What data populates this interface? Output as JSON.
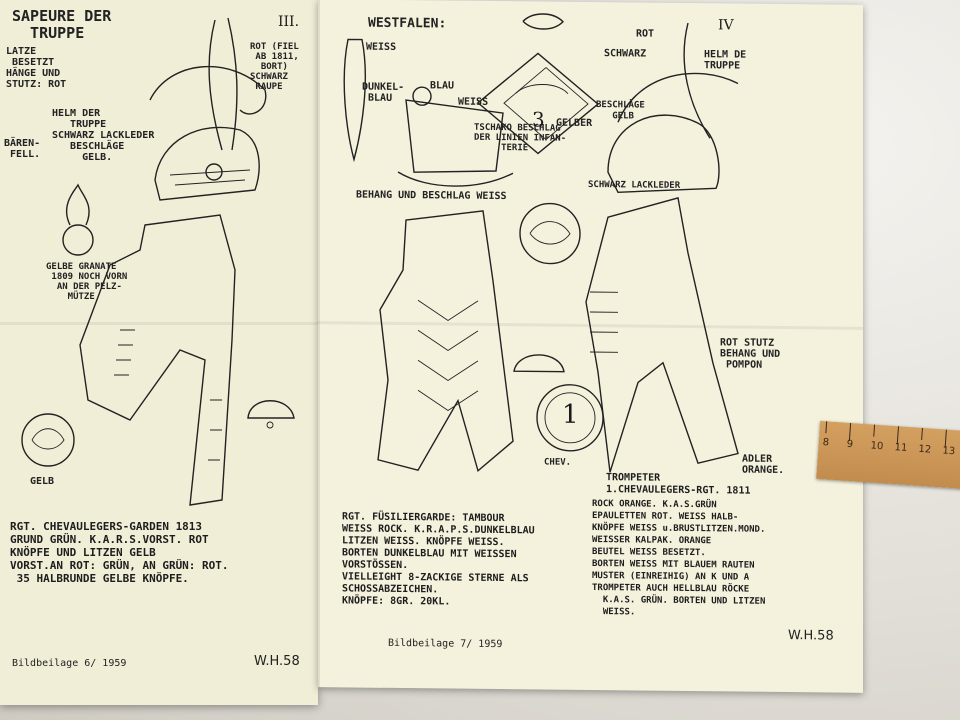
{
  "left_sheet": {
    "title": "SAPEURE DER\n  TRUPPE",
    "plate_number": "III.",
    "note_upper": "LATZE\n BESETZT\nHÄNGE UND\nSTUTZ: ROT",
    "note_plume": "ROT (FIEL\n AB 1811,\n  BORT)\nSCHWARZ\n RAUPE",
    "note_helmet": "HELM DER\n   TRUPPE\nSCHWARZ LACKLEDER\n   BESCHLÄGE\n     GELB.",
    "note_fur": "BÄREN-\n FELL.",
    "note_grenade": "GELBE GRANATE\n 1809 NOCH VORN\n  AN DER PELZ-\n    MÜTZE",
    "note_gelb": "GELB",
    "caption": "RGT. CHEVAULEGERS-GARDEN 1813\nGRUND GRÜN. K.A.R.S.VORST. ROT\nKNÖPFE UND LITZEN GELB\nVORST.AN ROT: GRÜN, AN GRÜN: ROT.\n 35 HALBRUNDE GELBE KNÖPFE.",
    "footer": "Bildbeilage 6/ 1959",
    "signature": "W.H.58"
  },
  "right_sheet": {
    "title": "WESTFALEN:",
    "plate_number": "IV",
    "note_weiss": "WEISS",
    "note_dunkelblau": "DUNKEL-\n BLAU",
    "note_blau": "BLAU",
    "note_weiss2": "WEISS",
    "note_tschako": "TSCHAKO BESCHLAG\nDER LINIEN INFAN-\n     TERIE",
    "note_gelber": "GELBER",
    "note_behang": "BEHANG UND BESCHLAG WEISS",
    "note_rot": "ROT",
    "note_schwarz": "SCHWARZ",
    "note_helm": "HELM DE\nTRUPPE",
    "note_beschlaege": "BESCHLÄGE\n   GELB",
    "note_lackleder": "SCHWARZ LACKLEDER",
    "note_stutz": "ROT STUTZ\nBEHANG UND\n POMPON",
    "note_chev": "CHEV.",
    "note_adler": "ADLER\nORANGE.",
    "badge_number": "1",
    "shako_plate_number": "3",
    "caption_left": "RGT. FÜSILIERGARDE: TAMBOUR\nWEISS ROCK. K.R.A.P.S.DUNKELBLAU\nLITZEN WEISS. KNÖPFE WEISS.\nBORTEN DUNKELBLAU MIT WEISSEN\nVORSTÖSSEN.\nVIELLEIGHT 8-ZACKIGE STERNE ALS\nSCHOSSABZEICHEN.\nKNÖPFE: 8GR. 20KL.",
    "caption_right_title": "TROMPETER\n1.CHEVAULEGERS-RGT. 1811",
    "caption_right": "ROCK ORANGE. K.A.S.GRÜN\nEPAULETTEN ROT. WEISS HALB-\nKNÖPFE WEISS u.BRUSTLITZEN.MOND.\nWEISSER KALPAK. ORANGE\nBEUTEL WEISS BESETZT.\nBORTEN WEISS MIT BLAUEM RAUTEN\nMUSTER (EINREIHIG) AN K UND A\nTROMPETER AUCH HELLBLAU RÖCKE\n  K.A.S. GRÜN. BORTEN UND LITZEN\n  WEISS.",
    "footer": "Bildbeilage 7/ 1959",
    "signature": "W.H.58"
  },
  "ruler": {
    "numbers": [
      "8",
      "9",
      "10",
      "11",
      "12",
      "13"
    ]
  }
}
